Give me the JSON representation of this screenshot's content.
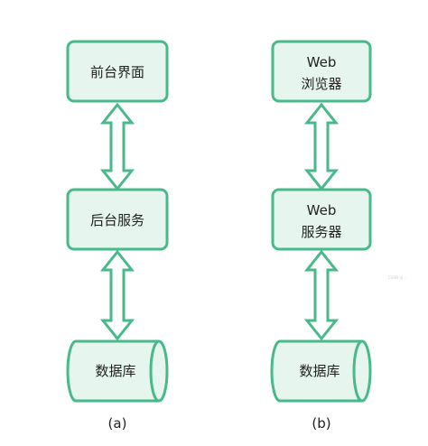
{
  "colors": {
    "stroke": "#47b98a",
    "fill": "#e6f5ee",
    "text": "#222222"
  },
  "diagram_a": {
    "top_box": "前台界面",
    "middle_box": "后台服务",
    "database": "数据库",
    "caption": "(a)"
  },
  "diagram_b": {
    "top_box_line1": "Web",
    "top_box_line2": "浏览器",
    "middle_box_line1": "Web",
    "middle_box_line2": "服务器",
    "database": "数据库",
    "caption": "(b)"
  },
  "watermark": "CSDN @..."
}
